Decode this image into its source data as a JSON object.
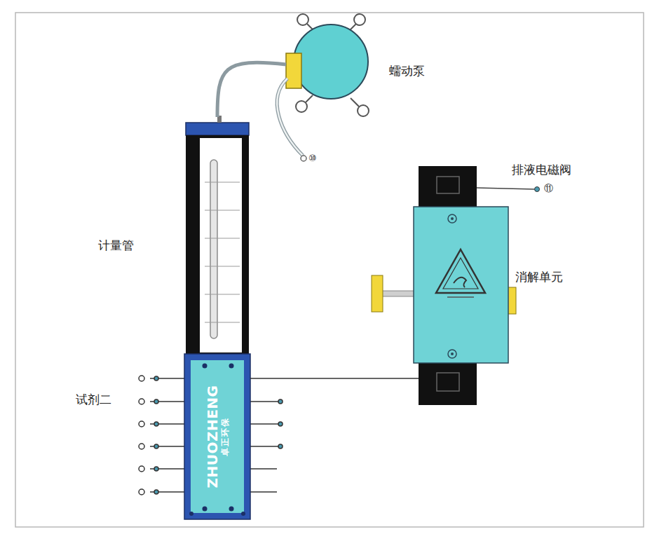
{
  "diagram": {
    "nodes": [
      {
        "text": [
          "蠕动泵"
        ]
      },
      {
        "text": [
          "计量管"
        ]
      },
      {
        "text": [
          "ZHUOZHENG",
          "卓正环保"
        ]
      },
      {
        "text": [
          "消解单元"
        ]
      }
    ],
    "edges": [
      {
        "from": 0,
        "to": 1,
        "arrow": "none"
      },
      {
        "from": 2,
        "to": 3,
        "arrow": "none"
      }
    ],
    "labels": [
      "试剂二",
      "⑩",
      "排液电磁阀",
      "⑪"
    ]
  }
}
